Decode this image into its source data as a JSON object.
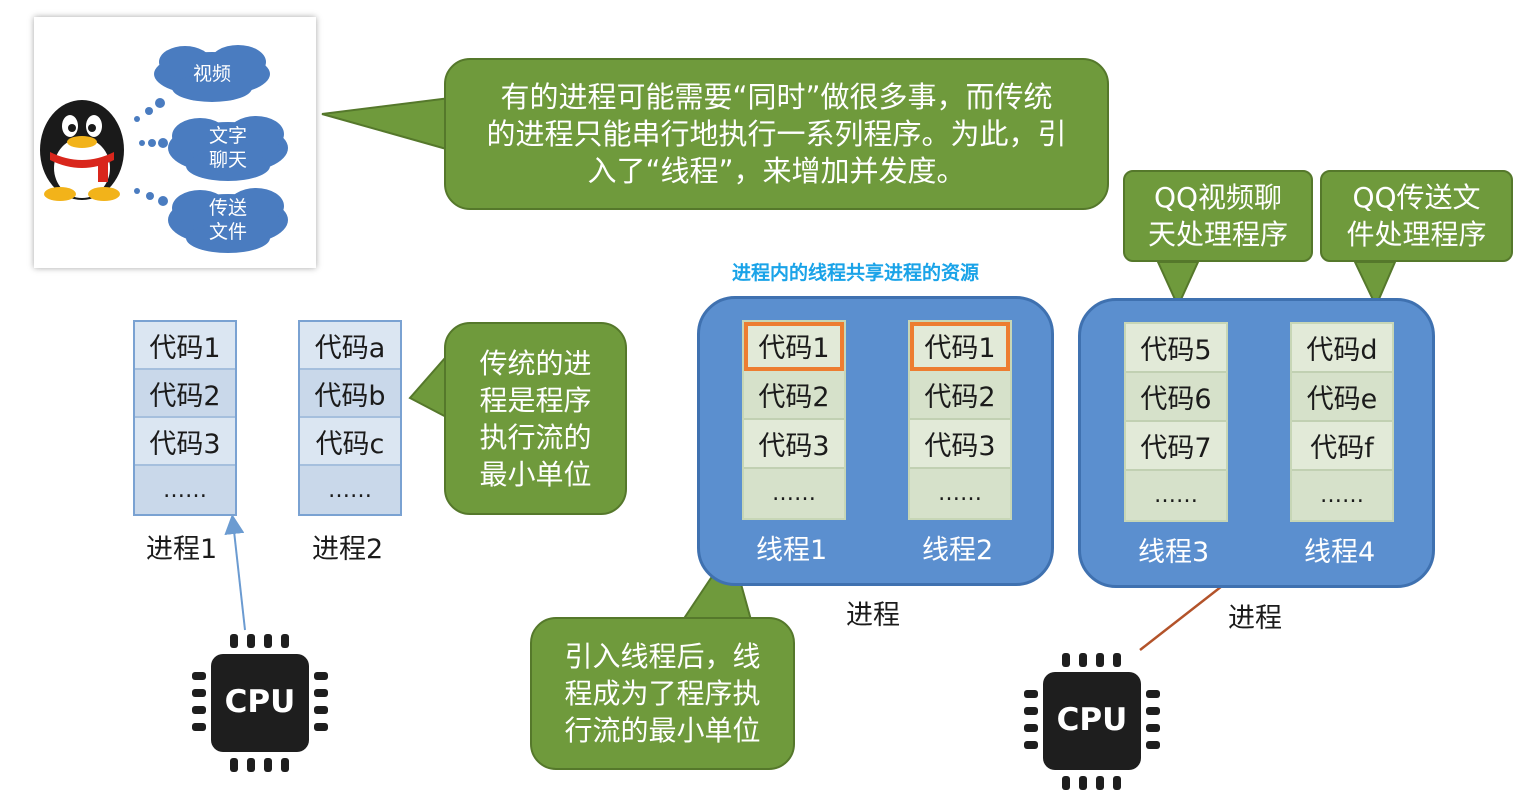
{
  "qq_panel": {
    "cloud_video": "视频",
    "cloud_chat_line1": "文字",
    "cloud_chat_line2": "聊天",
    "cloud_file_line1": "传送",
    "cloud_file_line2": "文件"
  },
  "callouts": {
    "top_line1": "有的进程可能需要“同时”做很多事，而传统",
    "top_line2": "的进程只能串行地执行一系列程序。为此，引",
    "top_line3": "入了“线程”，来增加并发度。",
    "traditional_line1": "传统的进",
    "traditional_line2": "程是程序",
    "traditional_line3": "执行流的",
    "traditional_line4": "最小单位",
    "thread_line1": "引入线程后，线",
    "thread_line2": "程成为了程序执",
    "thread_line3": "行流的最小单位",
    "qq_video_line1": "QQ视频聊",
    "qq_video_line2": "天处理程序",
    "qq_file_line1": "QQ传送文",
    "qq_file_line2": "件处理程序"
  },
  "shared_title": "进程内的线程共享进程的资源",
  "process1": {
    "cells": [
      "代码1",
      "代码2",
      "代码3",
      "……"
    ],
    "label": "进程1"
  },
  "process2": {
    "cells": [
      "代码a",
      "代码b",
      "代码c",
      "……"
    ],
    "label": "进程2"
  },
  "thread1": {
    "cells": [
      "代码1",
      "代码2",
      "代码3",
      "……"
    ],
    "label": "线程1"
  },
  "thread2": {
    "cells": [
      "代码1",
      "代码2",
      "代码3",
      "……"
    ],
    "label": "线程2"
  },
  "thread3": {
    "cells": [
      "代码5",
      "代码6",
      "代码7",
      "……"
    ],
    "label": "线程3"
  },
  "thread4": {
    "cells": [
      "代码d",
      "代码e",
      "代码f",
      "……"
    ],
    "label": "线程4"
  },
  "process_label_a": "进程",
  "process_label_b": "进程",
  "cpu_label": "CPU",
  "colors": {
    "green": "#6f9a3c",
    "blue_process": "#5b8fcf",
    "highlight": "#ed7d31",
    "arrow_blue": "#6b9bd1",
    "arrow_brown": "#b3532a",
    "title_blue": "#1aa3e8"
  }
}
